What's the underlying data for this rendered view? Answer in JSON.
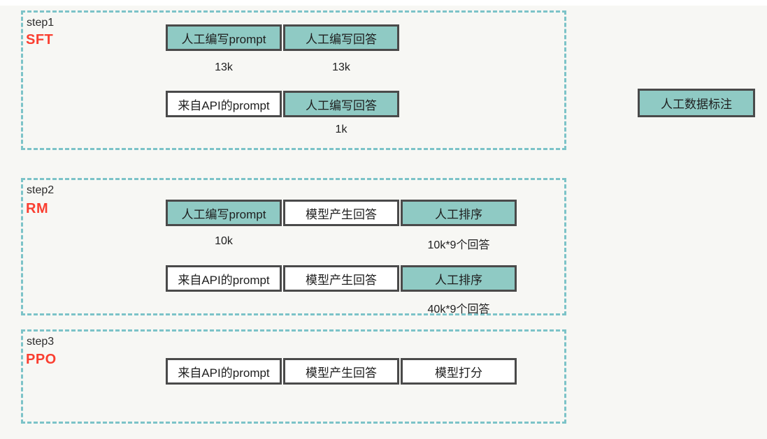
{
  "colors": {
    "background": "#f7f7f4",
    "teal_fill": "#8fcac4",
    "box_border": "#4a4a4a",
    "dashed_border": "#7cc3c8",
    "step_accent_red": "#fa3e30"
  },
  "steps": [
    {
      "label": "step1",
      "sublabel": "SFT",
      "rows": [
        {
          "boxes": [
            {
              "text": "人工编写prompt",
              "fill": "teal"
            },
            {
              "text": "人工编写回答",
              "fill": "teal"
            }
          ],
          "captions": [
            {
              "text": "13k",
              "col": 0
            },
            {
              "text": "13k",
              "col": 1
            }
          ]
        },
        {
          "boxes": [
            {
              "text": "来自API的prompt",
              "fill": "white"
            },
            {
              "text": "人工编写回答",
              "fill": "teal"
            }
          ],
          "captions": [
            {
              "text": "1k",
              "col": 1
            }
          ]
        }
      ]
    },
    {
      "label": "step2",
      "sublabel": "RM",
      "rows": [
        {
          "boxes": [
            {
              "text": "人工编写prompt",
              "fill": "teal"
            },
            {
              "text": "模型产生回答",
              "fill": "white"
            },
            {
              "text": "人工排序",
              "fill": "teal"
            }
          ],
          "captions": [
            {
              "text": "10k",
              "col": 0
            },
            {
              "text": "10k*9个回答",
              "col": 2
            }
          ]
        },
        {
          "boxes": [
            {
              "text": "来自API的prompt",
              "fill": "white"
            },
            {
              "text": "模型产生回答",
              "fill": "white"
            },
            {
              "text": "人工排序",
              "fill": "teal"
            }
          ],
          "captions": [
            {
              "text": "40k*9个回答",
              "col": 2
            }
          ]
        }
      ]
    },
    {
      "label": "step3",
      "sublabel": "PPO",
      "rows": [
        {
          "boxes": [
            {
              "text": "来自API的prompt",
              "fill": "white"
            },
            {
              "text": "模型产生回答",
              "fill": "white"
            },
            {
              "text": "模型打分",
              "fill": "white"
            }
          ],
          "captions": []
        }
      ]
    }
  ],
  "side_box": {
    "text": "人工数据标注"
  }
}
